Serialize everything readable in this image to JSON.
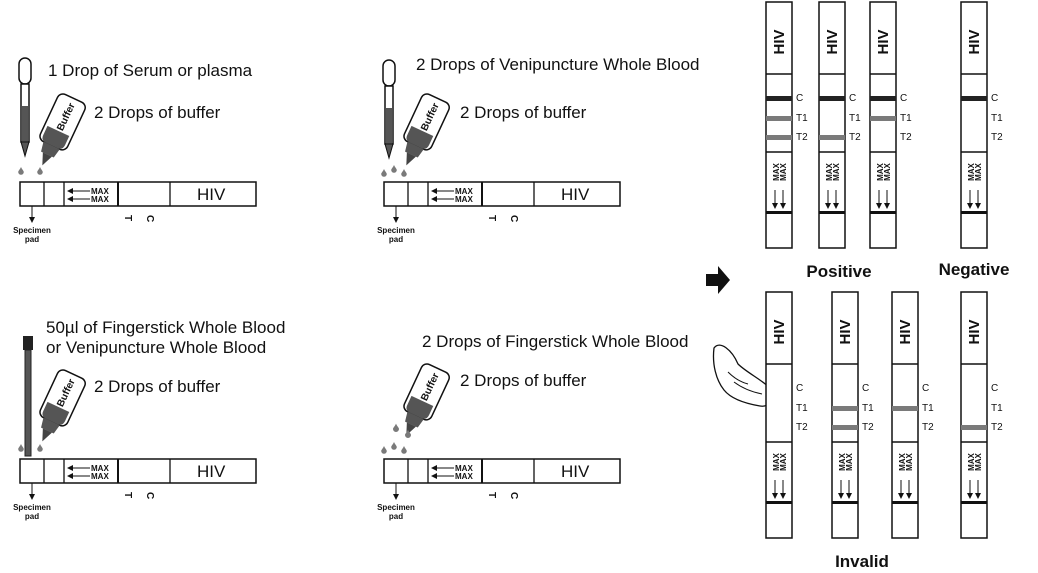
{
  "colors": {
    "ink": "#111111",
    "line_dark": "#222222",
    "line_gray": "#7a7a7a",
    "drop": "#7a7a7a",
    "arrow": "#111111"
  },
  "procedures": [
    {
      "sample_lines": [
        "1 Drop of Serum or plasma"
      ],
      "buffer_text": "2 Drops of buffer",
      "device": "dropper",
      "sample_drop_count": 1
    },
    {
      "sample_lines": [
        "2 Drops of Venipuncture Whole Blood"
      ],
      "buffer_text": "2 Drops of buffer",
      "device": "dropper",
      "sample_drop_count": 2
    },
    {
      "sample_lines": [
        "50µl of Fingerstick Whole Blood",
        "or Venipuncture Whole Blood"
      ],
      "buffer_text": "2 Drops of buffer",
      "device": "capillary",
      "sample_drop_count": 1
    },
    {
      "sample_lines": [
        "2 Drops of Fingerstick Whole Blood"
      ],
      "buffer_text": "2 Drops of buffer",
      "device": "finger",
      "sample_drop_count": 2
    }
  ],
  "cassette": {
    "hiv_label": "HIV",
    "max_label": "MAX",
    "t_label": "T",
    "c_label": "C",
    "specimen_label_1": "Specimen",
    "specimen_label_2": "pad"
  },
  "bottle_label": "Buffer",
  "strip": {
    "hiv_label": "HIV",
    "max_label": "MAX",
    "line_labels": [
      "C",
      "T1",
      "T2"
    ]
  },
  "results": {
    "positive_label": "Positive",
    "negative_label": "Negative",
    "invalid_label": "Invalid",
    "positive": [
      {
        "C": "dark",
        "T1": "gray",
        "T2": "gray"
      },
      {
        "C": "dark",
        "T1": "none",
        "T2": "gray"
      },
      {
        "C": "dark",
        "T1": "gray",
        "T2": "none"
      }
    ],
    "negative": [
      {
        "C": "dark",
        "T1": "none",
        "T2": "none"
      }
    ],
    "invalid": [
      {
        "C": "none",
        "T1": "none",
        "T2": "none"
      },
      {
        "C": "none",
        "T1": "gray",
        "T2": "gray"
      },
      {
        "C": "none",
        "T1": "gray",
        "T2": "none"
      },
      {
        "C": "none",
        "T1": "none",
        "T2": "gray"
      }
    ]
  }
}
